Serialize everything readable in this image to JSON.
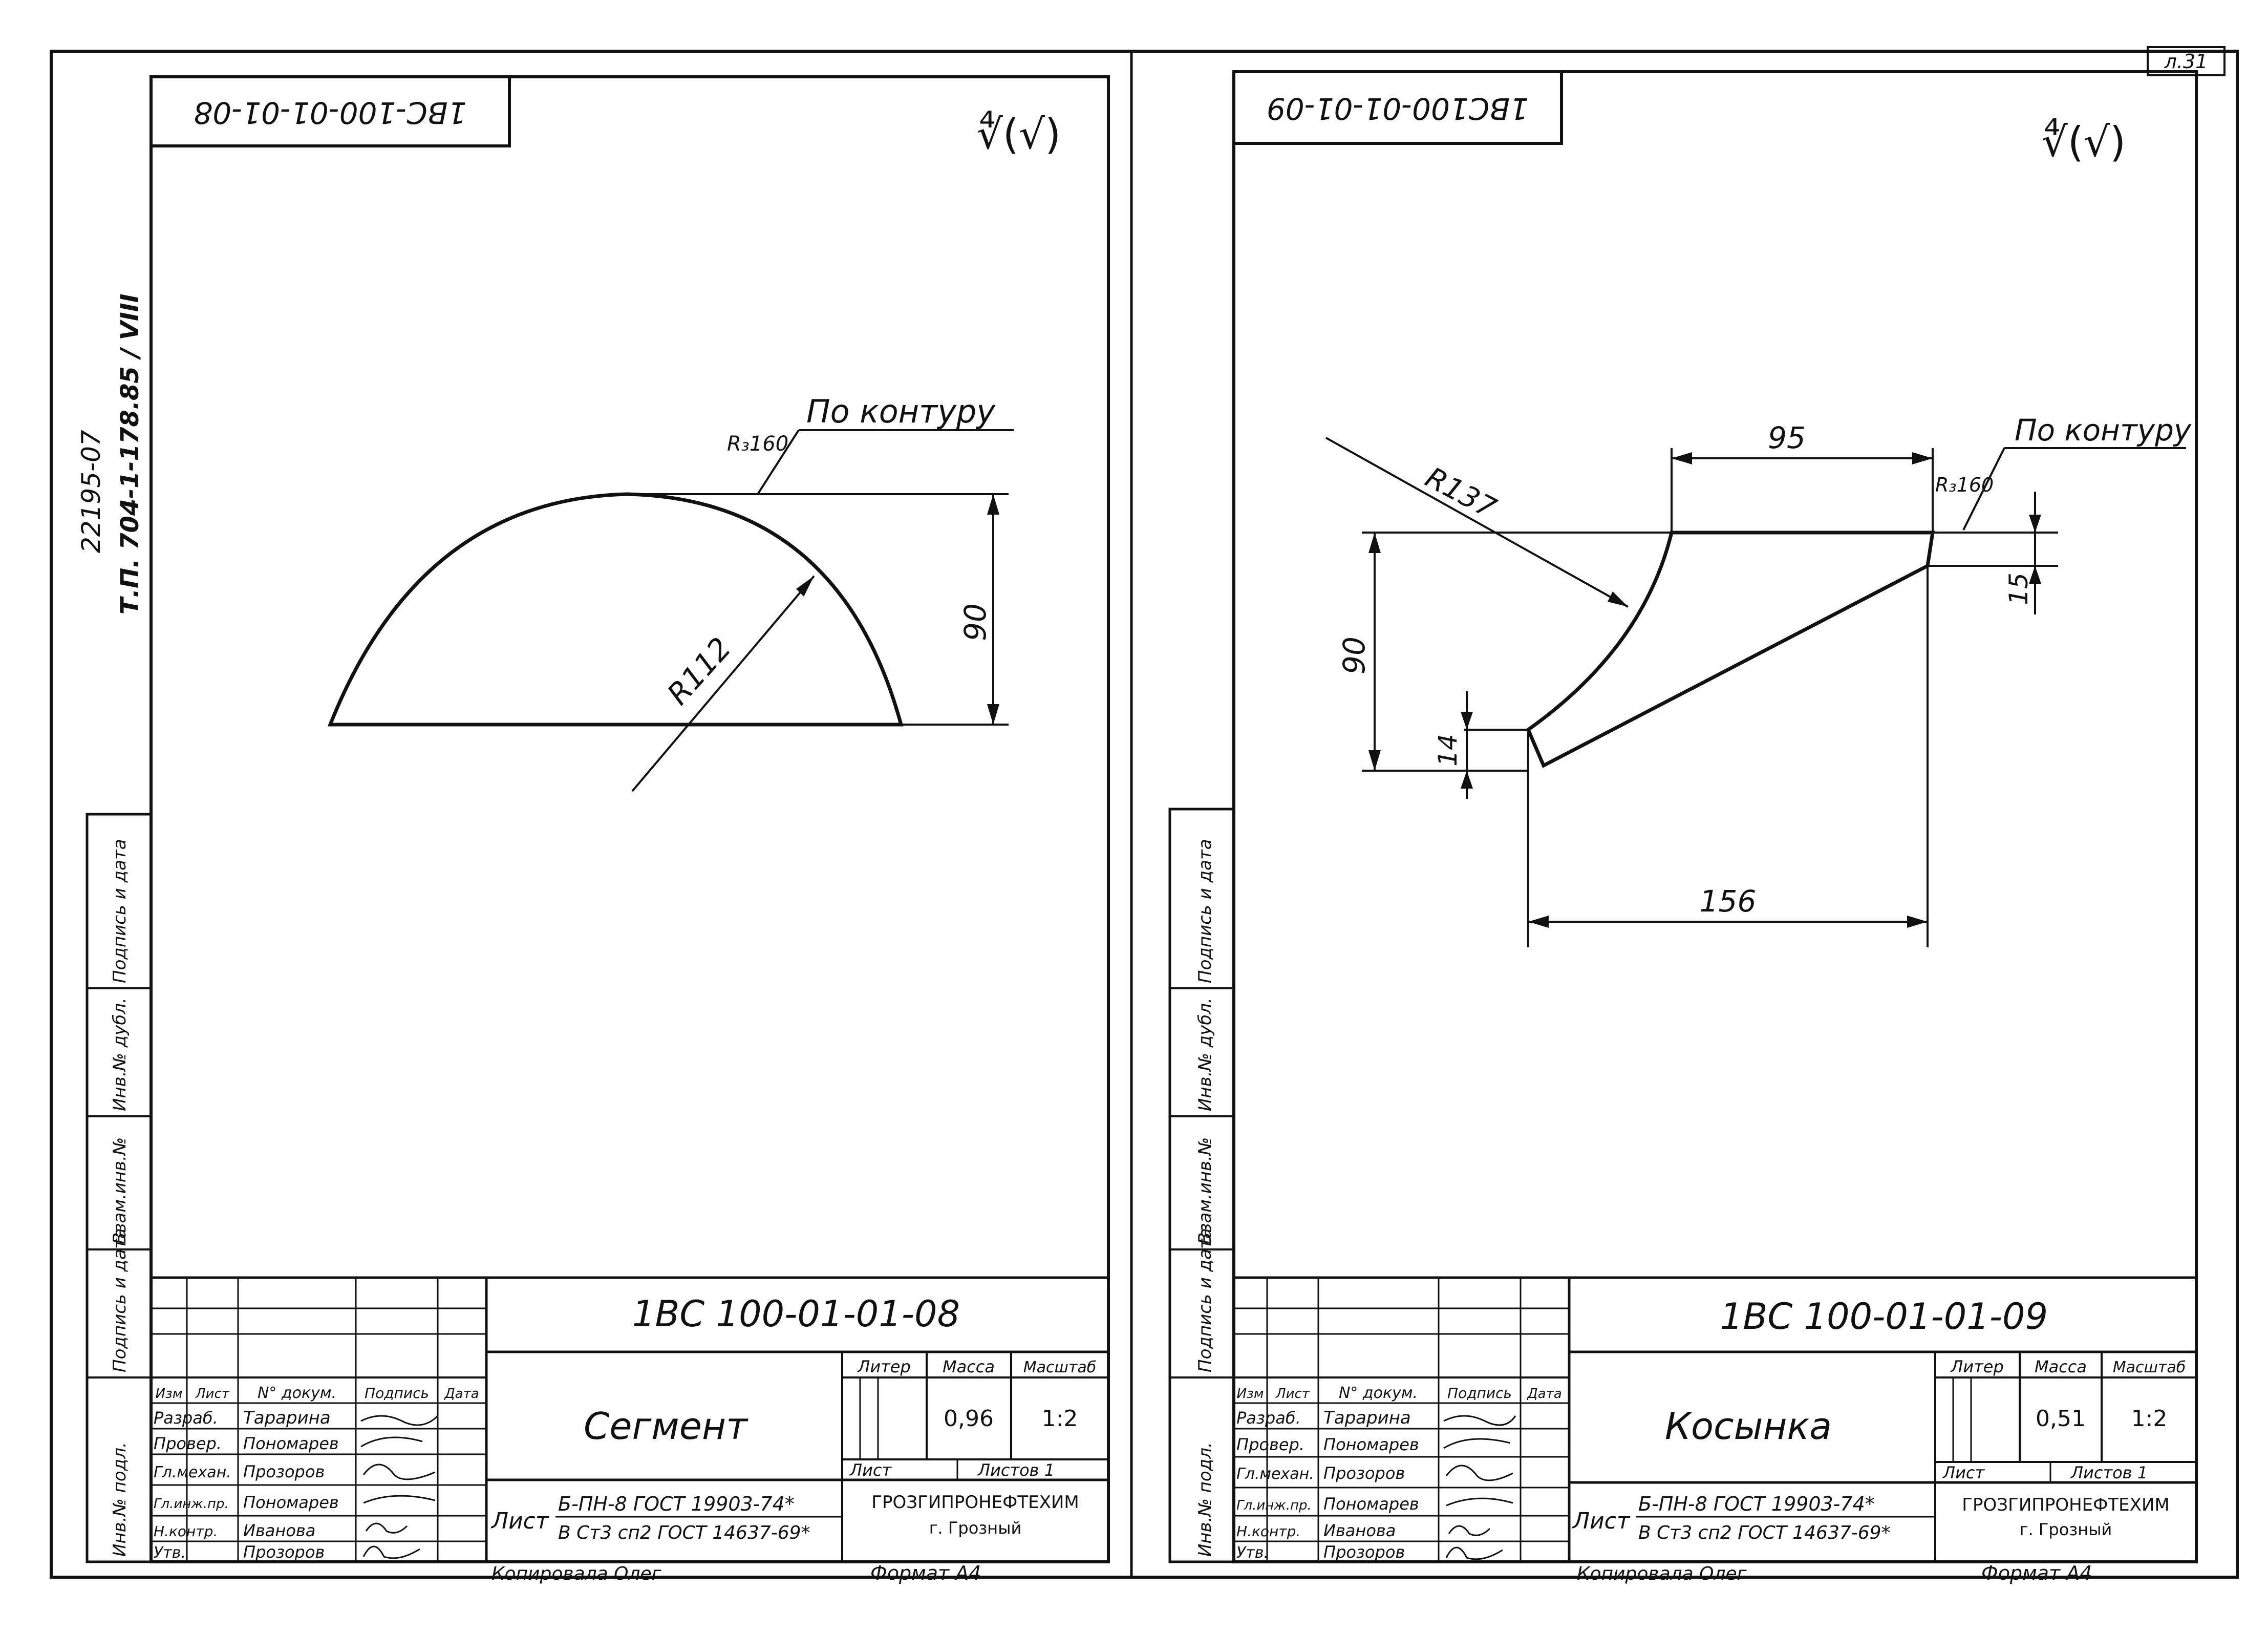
{
  "page": {
    "sheet_number": "л.31",
    "side_code_1": "22195-07",
    "side_code_2": "Т.П. 704-1-178.85 / VIII"
  },
  "side_stamp": {
    "labels": [
      "Инв.№ подл.",
      "Подпись и дата",
      "Взам.инв.№",
      "Инв.№ дубл.",
      "Подпись и дата"
    ]
  },
  "drawings": [
    {
      "id": "segment",
      "corner_code": "1ВС-100-01-01-08",
      "roughness_symbol": "∜(√)",
      "annotation_leader": "По контуру",
      "radius_small": "R₃160",
      "dims": {
        "radius": "R112",
        "height": "90"
      },
      "title_block": {
        "code": "1ВС 100-01-01-08",
        "name": "Сегмент",
        "col_headers": [
          "Изм",
          "Лист",
          "N° докум.",
          "Подпись",
          "Дата"
        ],
        "roles": [
          "Разраб.",
          "Провер.",
          "Гл.механ.",
          "Гл.инж.пр.",
          "Н.контр.",
          "Утв."
        ],
        "people": [
          "Тарарина",
          "Пономарев",
          "Прозоров",
          "Пономарев",
          "Иванова",
          "Прозоров"
        ],
        "liter_label": "Литер",
        "mass_label": "Масса",
        "scale_label": "Масштаб",
        "mass": "0,96",
        "scale": "1:2",
        "sheet_label": "Лист",
        "sheets_label": "Листов 1",
        "material_prefix": "Лист",
        "material_top": "Б-ПН-8 ГОСТ 19903-74*",
        "material_bottom": "В Ст3 сп2 ГОСТ 14637-69*",
        "org": "ГРОЗГИПРОНЕФТЕХИМ",
        "city": "г. Грозный",
        "copied": "Копировала Олег",
        "format": "Формат А4"
      }
    },
    {
      "id": "kosynka",
      "corner_code": "1ВС100-01-01-09",
      "roughness_symbol": "∜(√)",
      "annotation_leader": "По контуру",
      "radius_small": "R₃160",
      "dims": {
        "radius": "R137",
        "top": "95",
        "height": "90",
        "right": "15",
        "left": "14",
        "bottom": "156"
      },
      "title_block": {
        "code": "1ВС 100-01-01-09",
        "name": "Косынка",
        "col_headers": [
          "Изм",
          "Лист",
          "N° докум.",
          "Подпись",
          "Дата"
        ],
        "roles": [
          "Разраб.",
          "Провер.",
          "Гл.механ.",
          "Гл.инж.пр.",
          "Н.контр.",
          "Утв."
        ],
        "people": [
          "Тарарина",
          "Пономарев",
          "Прозоров",
          "Пономарев",
          "Иванова",
          "Прозоров"
        ],
        "liter_label": "Литер",
        "mass_label": "Масса",
        "scale_label": "Масштаб",
        "mass": "0,51",
        "scale": "1:2",
        "sheet_label": "Лист",
        "sheets_label": "Листов 1",
        "material_prefix": "Лист",
        "material_top": "Б-ПН-8 ГОСТ 19903-74*",
        "material_bottom": "В Ст3 сп2 ГОСТ 14637-69*",
        "org": "ГРОЗГИПРОНЕФТЕХИМ",
        "city": "г. Грозный",
        "copied": "Копировала Олег",
        "format": "Формат А4"
      }
    }
  ]
}
